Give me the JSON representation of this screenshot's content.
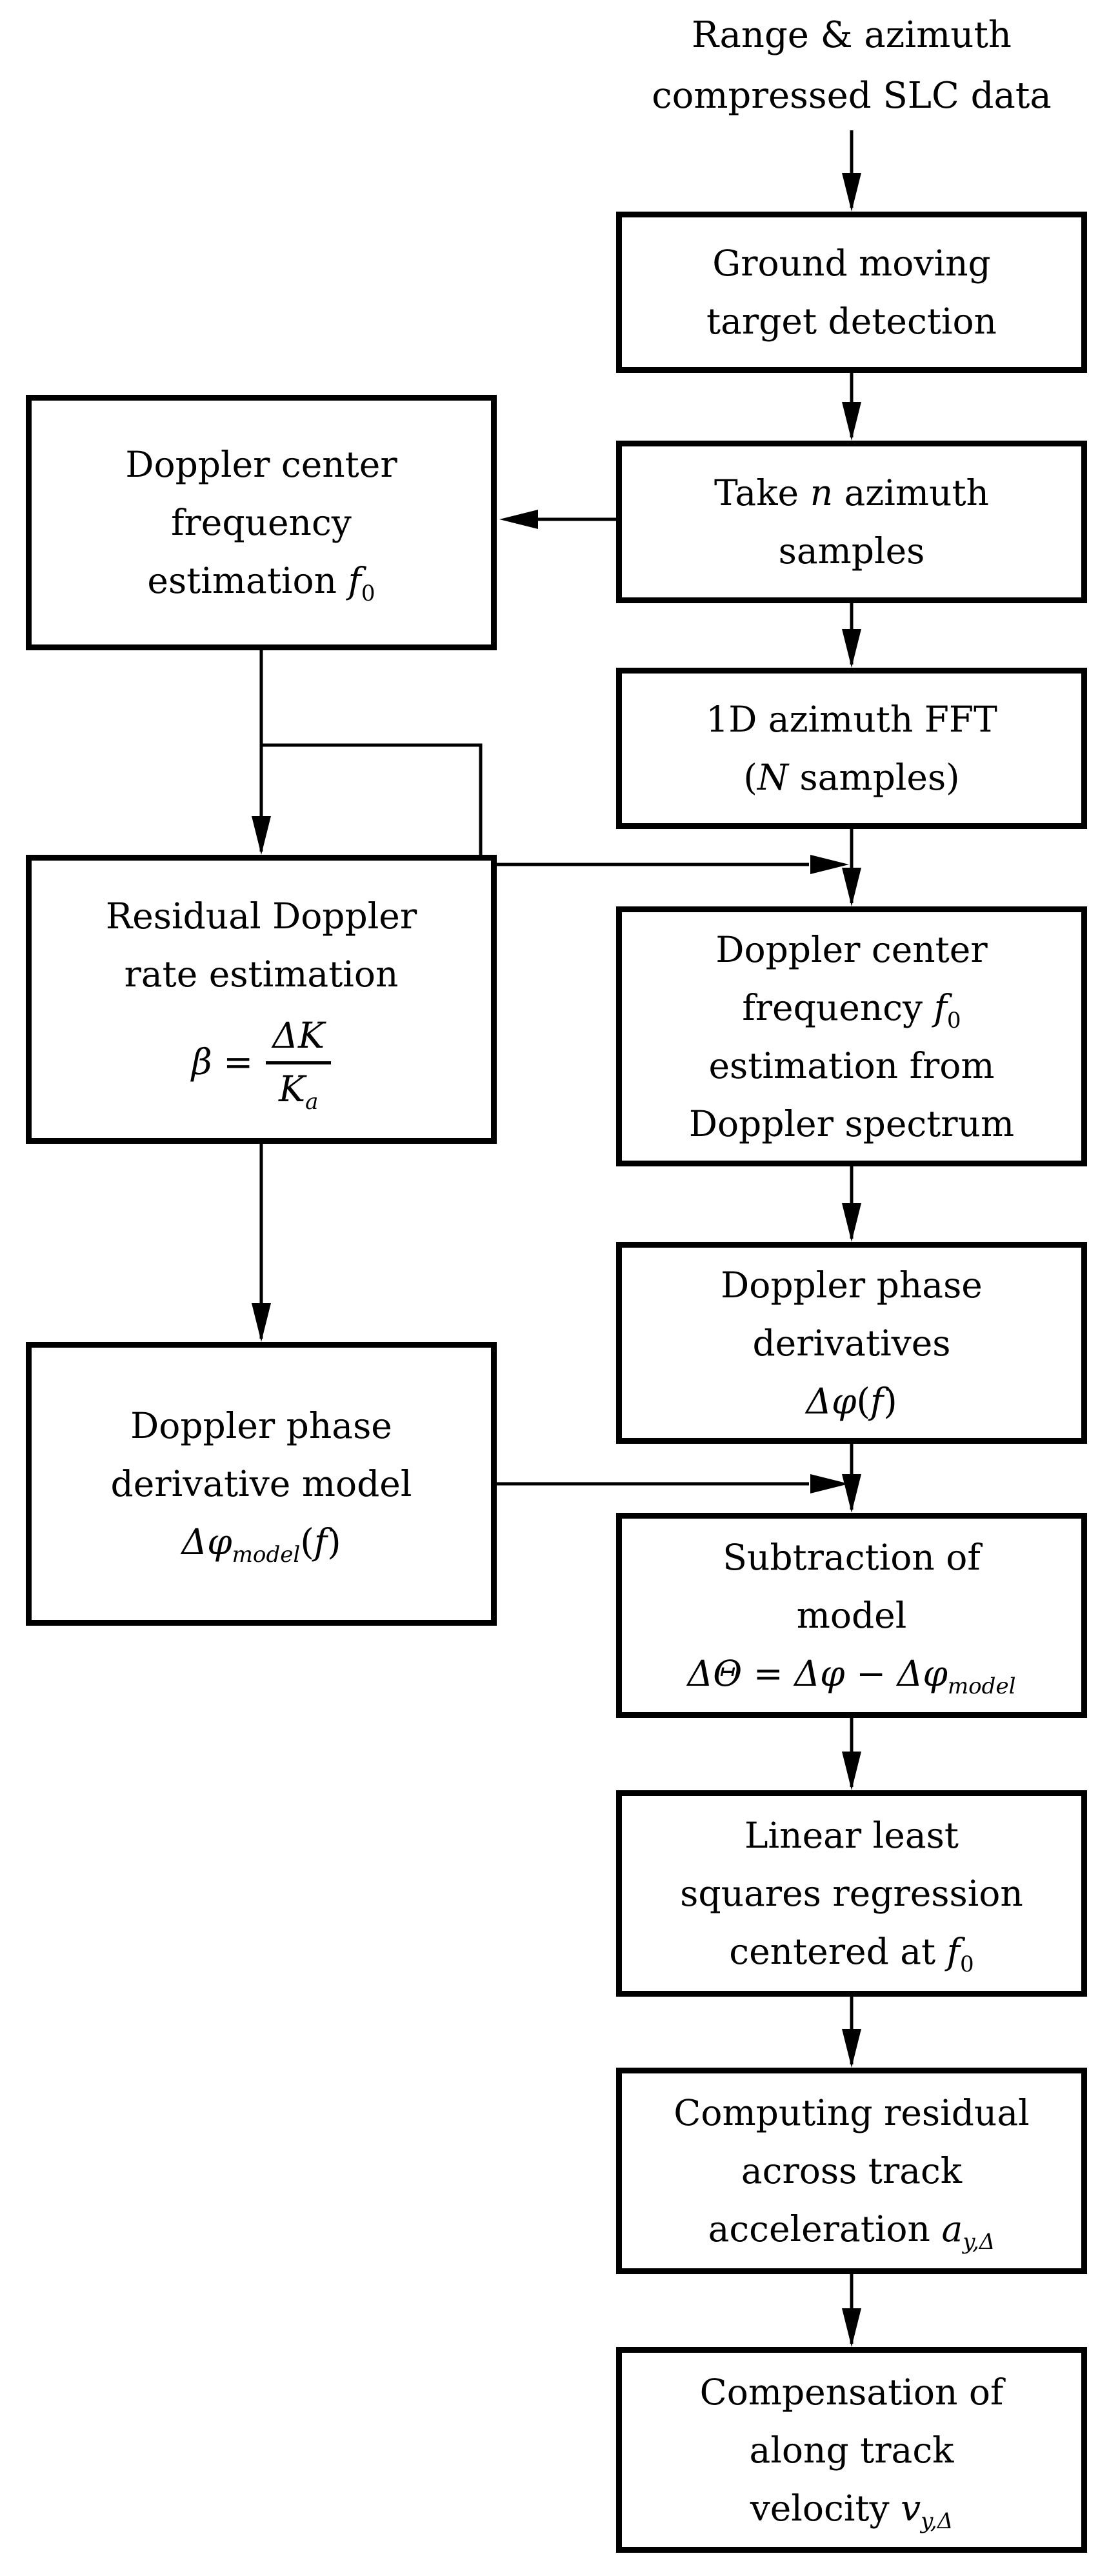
{
  "colors": {
    "ink": "#000000",
    "background": "#ffffff"
  },
  "top_label": {
    "lines": [
      "Range &amp; azimuth",
      "compressed SLC data"
    ]
  },
  "boxes": {
    "ground": {
      "lines": [
        "Ground moving",
        "target detection"
      ]
    },
    "take_n": {
      "lines": [
        "Take <i>n</i> azimuth",
        "samples"
      ]
    },
    "fft": {
      "lines": [
        "1D azimuth FFT",
        "(<i>N</i> samples)"
      ]
    },
    "dc_left": {
      "lines": [
        "Doppler center",
        "frequency",
        "estimation <i>f</i><sub>0</sub>"
      ]
    },
    "residual": {
      "lines": [
        "Residual Doppler",
        "rate estimation"
      ],
      "formula": {
        "lhs": "<i>&#946;</i> =",
        "num": "<i>&#916;K</i>",
        "den": "<i>K</i><sub><i>a</i></sub>"
      }
    },
    "dc_spectrum": {
      "lines": [
        "Doppler center",
        "frequency <i>f</i><sub>0</sub>",
        "estimation from",
        "Doppler spectrum"
      ]
    },
    "derivatives": {
      "lines": [
        "Doppler phase",
        "derivatives",
        "<i>&#916;&#966;</i>(<i>f</i>)"
      ]
    },
    "model": {
      "lines": [
        "Doppler phase",
        "derivative model",
        "<i>&#916;&#966;</i><sub><i>model</i></sub>(<i>f</i>)"
      ]
    },
    "subtraction": {
      "lines": [
        "Subtraction of",
        "model",
        "<i>&#916;&#920;</i> = <i>&#916;&#966;</i> &#8722; <i>&#916;&#966;</i><sub><i>model</i></sub>"
      ]
    },
    "regression": {
      "lines": [
        "Linear least",
        "squares regression",
        "centered at <i>f</i><sub>0</sub>"
      ]
    },
    "acceleration": {
      "lines": [
        "Computing residual",
        "across track",
        "acceleration <i>a</i><sub><i>y,&#916;</i></sub>"
      ]
    },
    "compensation": {
      "lines": [
        "Compensation of",
        "along track",
        "velocity <i>v</i><sub><i>y,&#916;</i></sub>"
      ]
    }
  }
}
